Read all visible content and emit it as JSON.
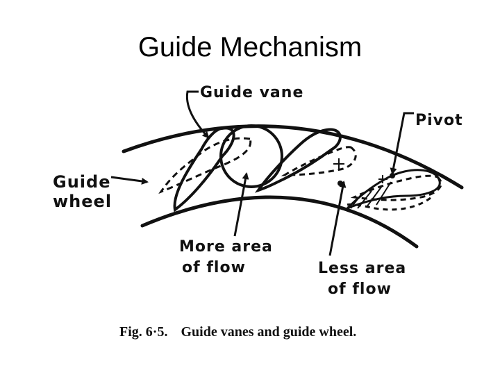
{
  "page": {
    "title": "Guide Mechanism"
  },
  "diagram": {
    "labels": {
      "guide_vane": "Guide vane",
      "pivot": "Pivot",
      "guide_wheel_line1": "Guide",
      "guide_wheel_line2": "wheel",
      "more_area_line1": "More area",
      "more_area_line2": "of flow",
      "less_area_line1": "Less area",
      "less_area_line2": "of flow"
    },
    "caption": {
      "number": "Fig. 6·5.",
      "text": "Guide vanes and guide wheel."
    }
  },
  "colors": {
    "ink": "#111111",
    "background": "#ffffff"
  }
}
